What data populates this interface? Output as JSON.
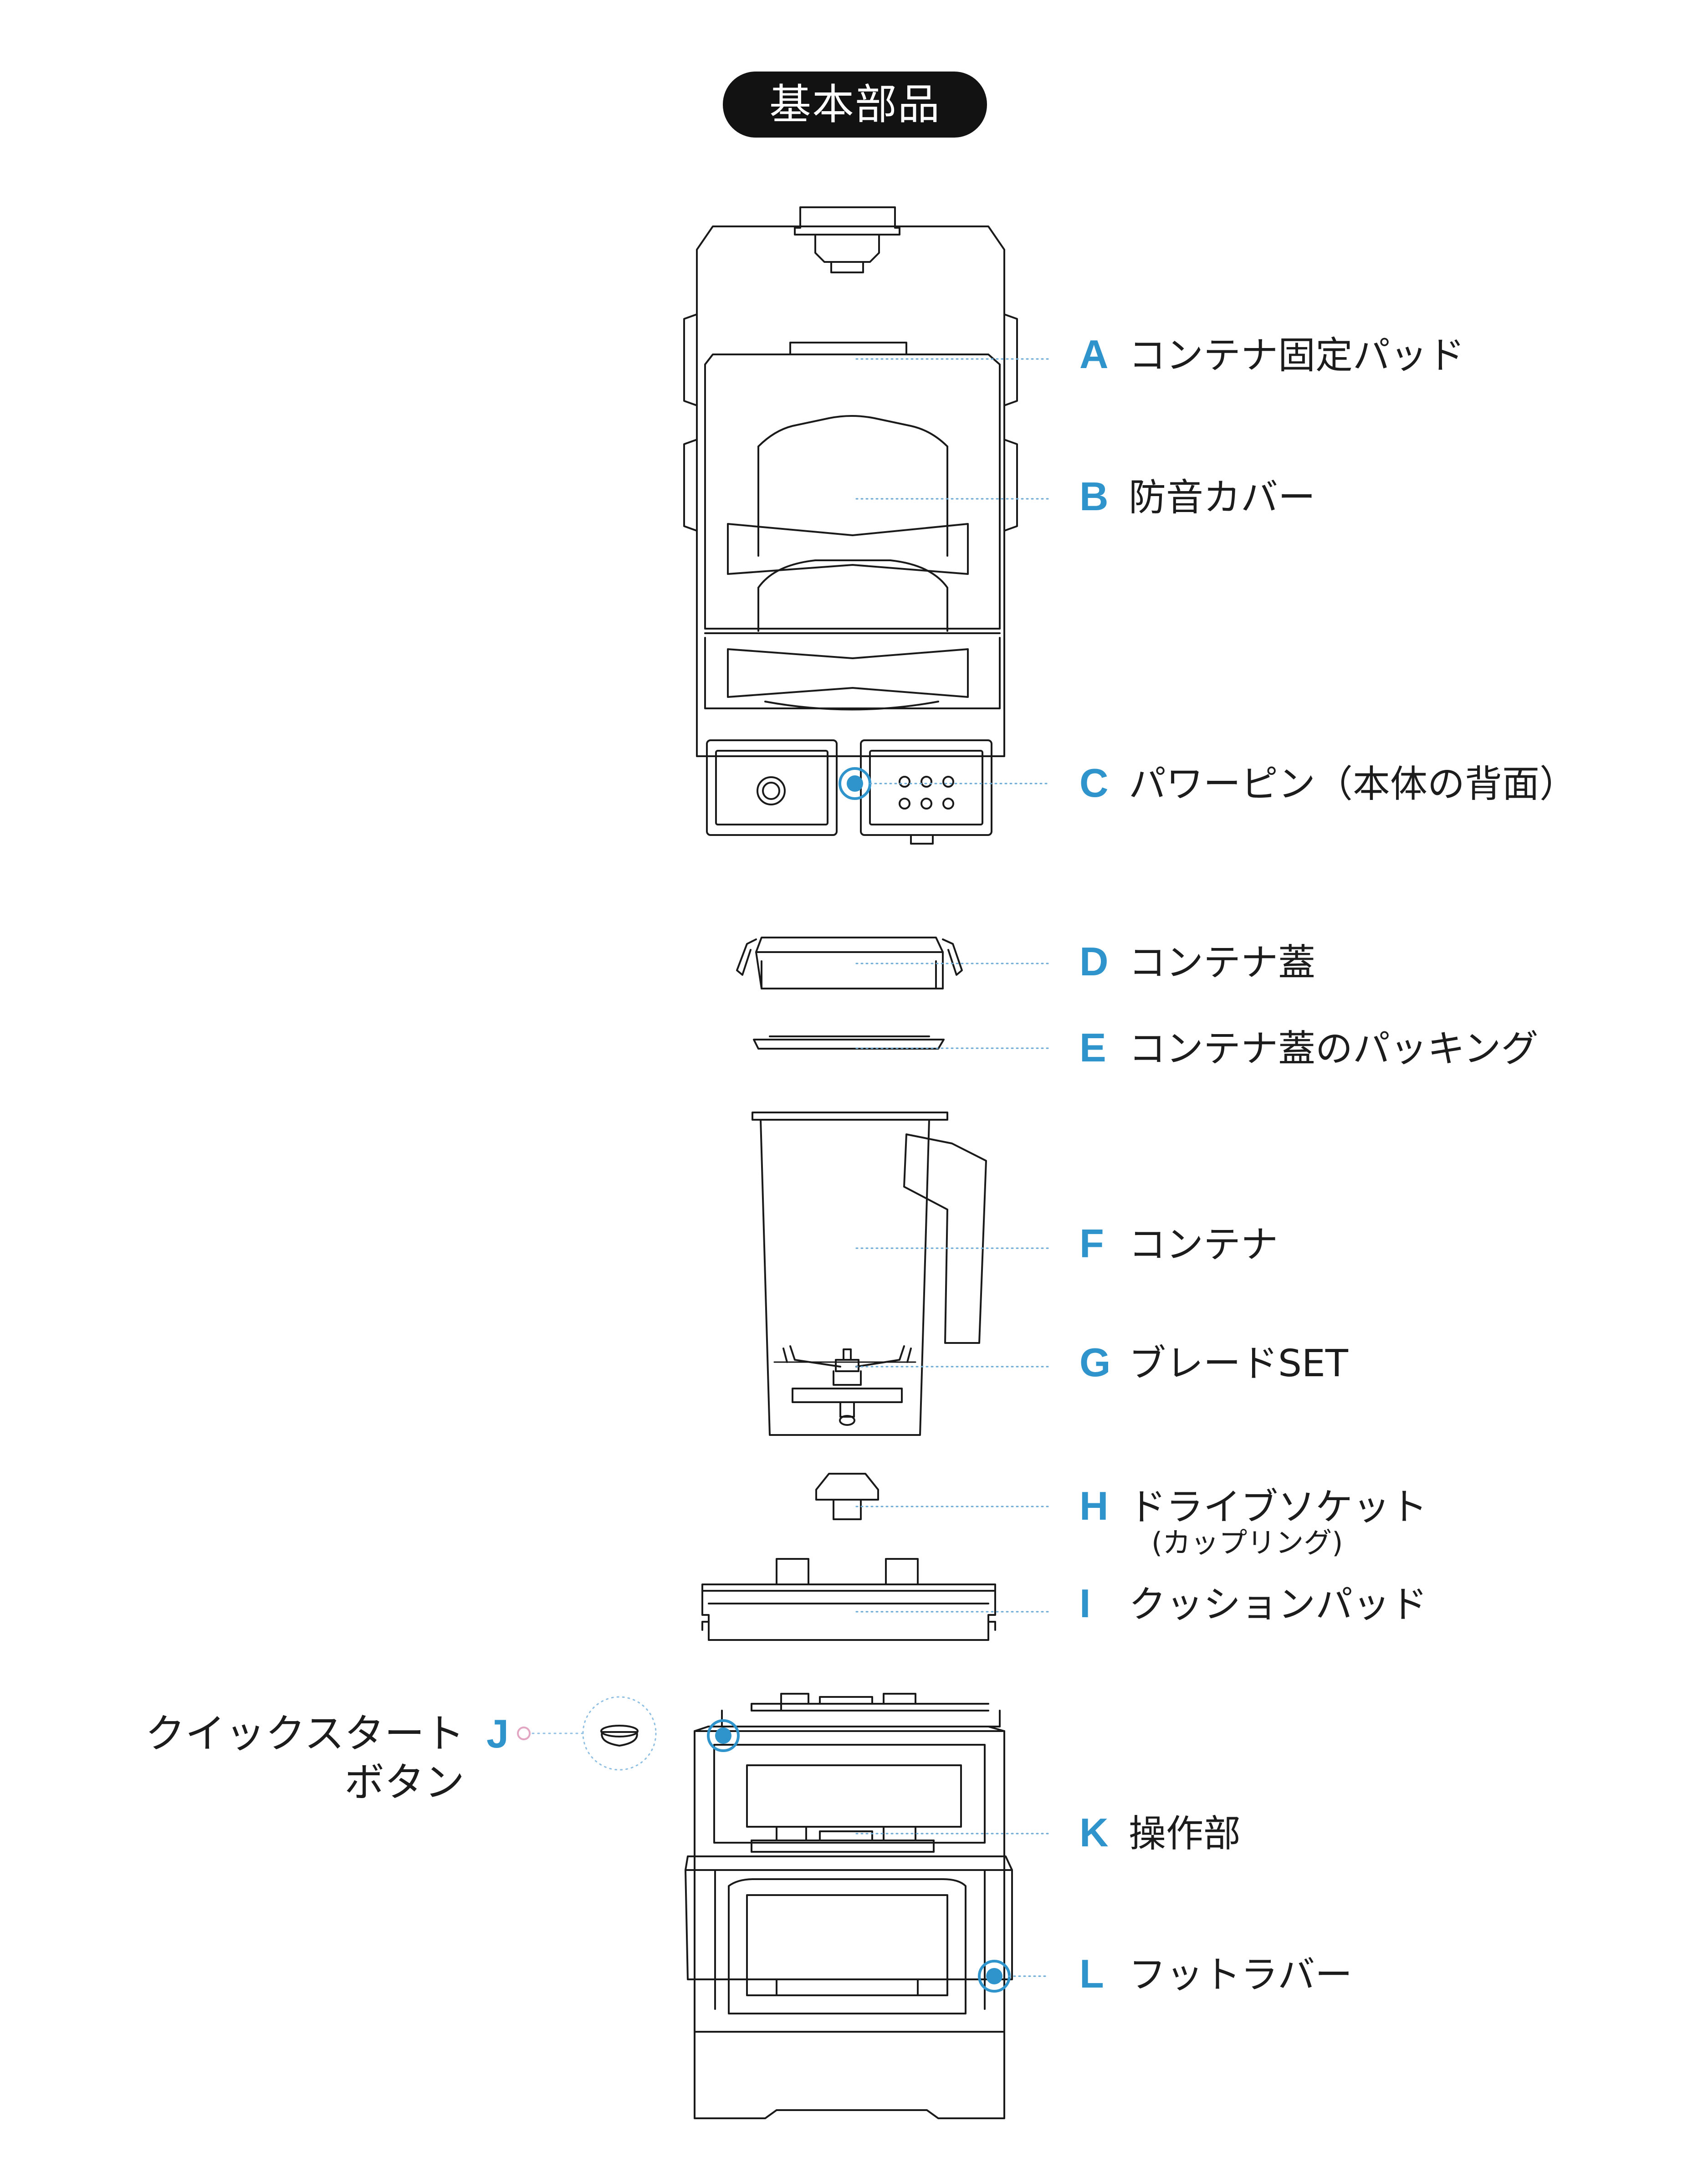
{
  "title": "基本部品",
  "parts": [
    {
      "letter": "A",
      "name": "コンテナ固定パッド"
    },
    {
      "letter": "B",
      "name": "防音カバー"
    },
    {
      "letter": "C",
      "name": "パワーピン（本体の背面）"
    },
    {
      "letter": "D",
      "name": "コンテナ蓋"
    },
    {
      "letter": "E",
      "name": "コンテナ蓋のパッキング"
    },
    {
      "letter": "F",
      "name": "コンテナ"
    },
    {
      "letter": "G",
      "name": "ブレードSET"
    },
    {
      "letter": "H",
      "name": "ドライブソケット",
      "sub": "(カップリング)"
    },
    {
      "letter": "I",
      "name": "クッションパッド"
    },
    {
      "letter": "K",
      "name": "操作部"
    },
    {
      "letter": "L",
      "name": "フットラバー"
    }
  ],
  "quick_start": {
    "letter": "J",
    "line1": "クイックスタート",
    "line2": "ボタン"
  },
  "colors": {
    "accent": "#2f94cc",
    "line": "#1a1a1a",
    "leader": "#6aa9d6",
    "j_marker": "#e3a6c2",
    "pill": "#121212"
  }
}
